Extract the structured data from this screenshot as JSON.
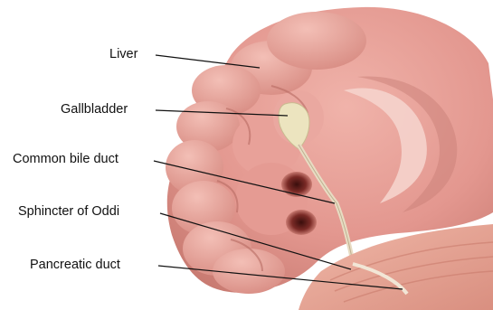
{
  "labels": {
    "liver": "Liver",
    "gallbladder": "Gallbladder",
    "common_bile_duct": "Common bile duct",
    "sphincter_of_oddi": "Sphincter of Oddi",
    "pancreatic_duct": "Pancreatic duct"
  },
  "colors": {
    "liver_fill": "#e3978f",
    "liver_shadow": "#c77a72",
    "liver_highlight": "#f2c0b8",
    "gallbladder": "#e8e0b8",
    "duct": "#e2d7c0",
    "pancreas": "#e8a898",
    "leader_line": "#111111"
  }
}
